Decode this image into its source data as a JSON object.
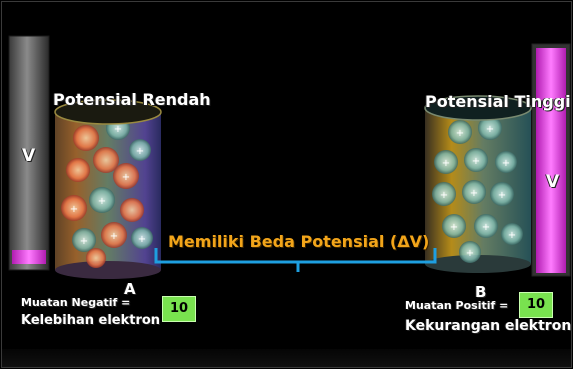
{
  "left_container": {
    "title": "Potensial Rendah",
    "letter": "A",
    "meter_label": "V",
    "charge_label": "Muatan Negatif =",
    "charge_desc": "Kelebihan elektron",
    "count": "10"
  },
  "right_container": {
    "title": "Potensial Tinggi",
    "letter": "B",
    "meter_label": "V",
    "charge_label": "Muatan Positif =",
    "charge_desc": "Kekurangan elektron",
    "count": "10"
  },
  "connection": {
    "label": "Memiliki Beda Potensial (ΔV)"
  },
  "colors": {
    "connector": "#1e9fe0",
    "label_orange": "#f2a51a",
    "count_box": "#79e24f",
    "meter_right": "#ff5cf5"
  }
}
